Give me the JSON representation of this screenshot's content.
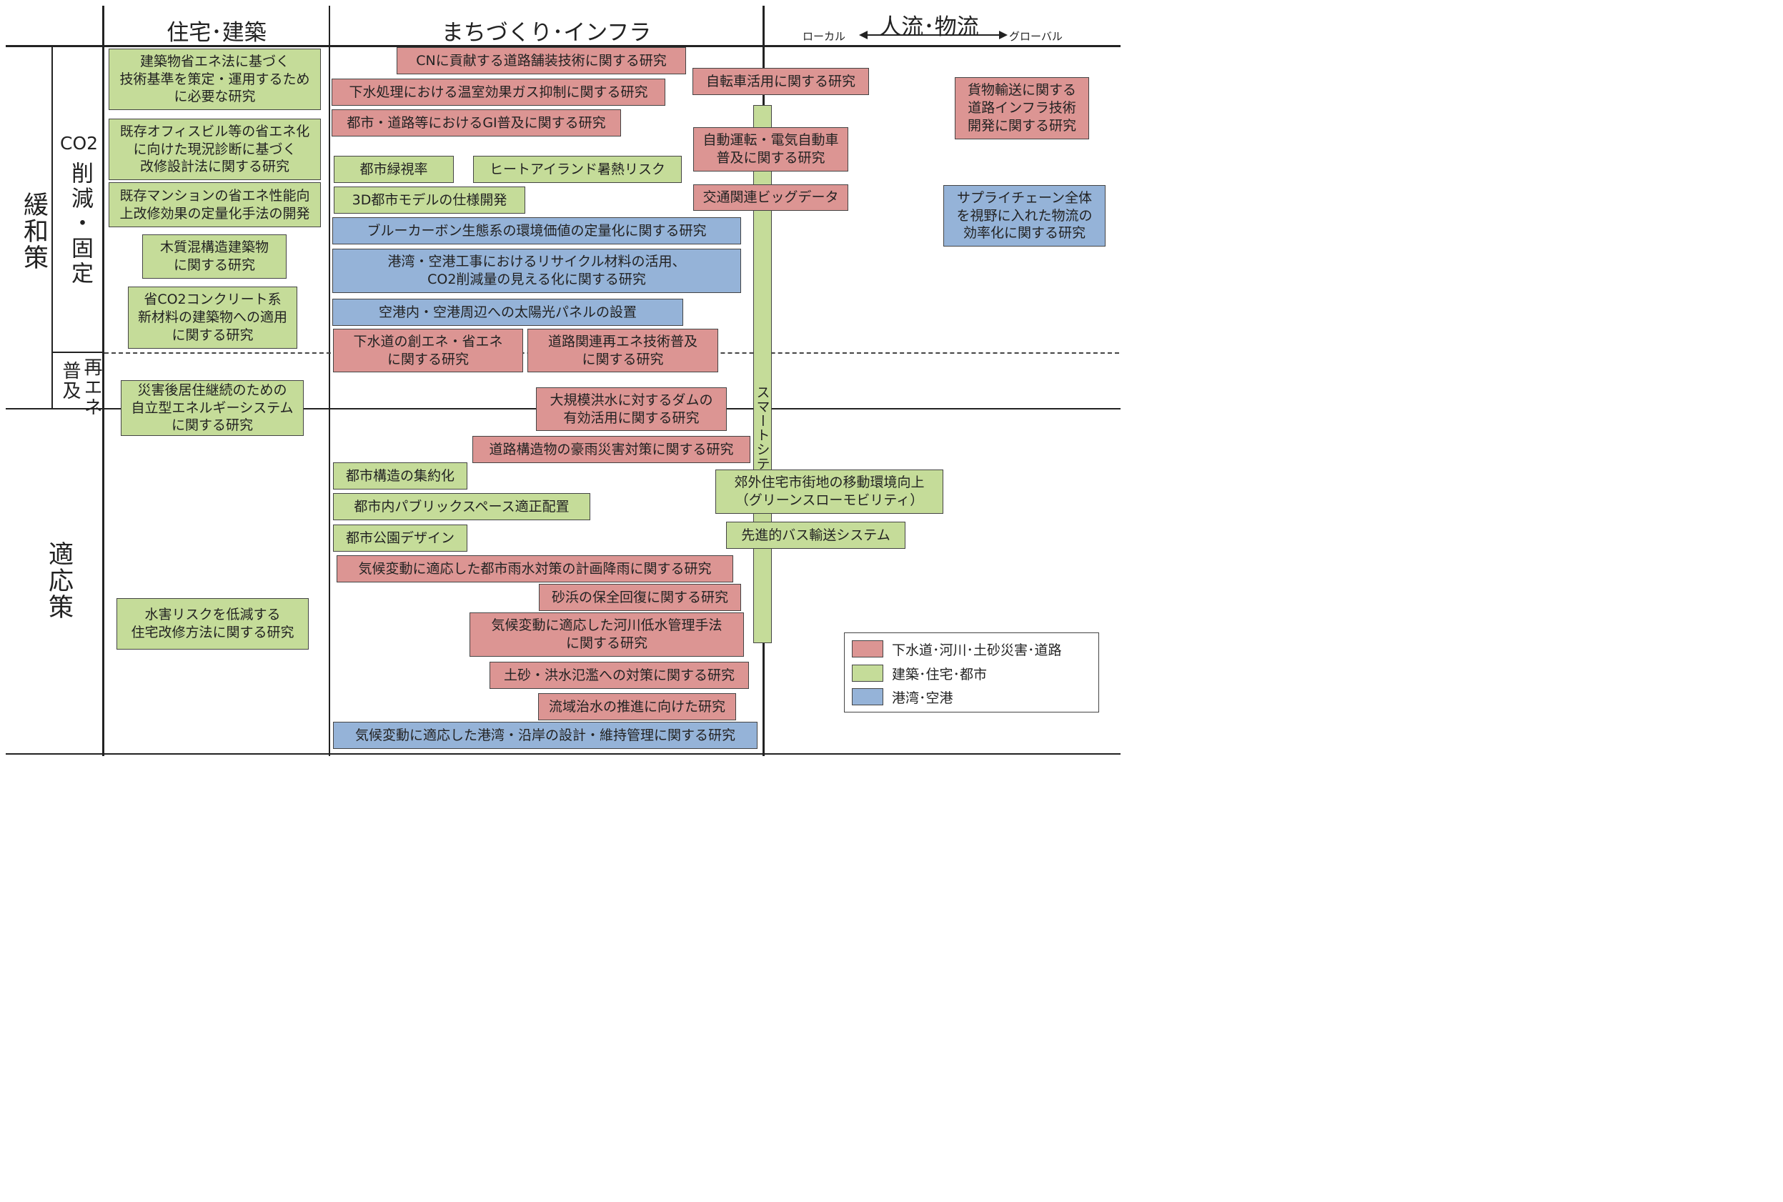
{
  "columns": {
    "housing": "住宅･建築",
    "infra": "まちづくり･インフラ",
    "logistics": "人流･物流",
    "local": "ローカル",
    "global": "グローバル"
  },
  "rows": {
    "mitigation": "緩和策",
    "adaptation": "適応策",
    "co2_top": "CO2",
    "co2_rest": "削減・固定",
    "renew": "再エネ",
    "renew2": "普及"
  },
  "smart_city": "スマートシティ推進",
  "boxes": {
    "b01": "建築物省エネ法に基づく\n技術基準を策定・運用するため\nに必要な研究",
    "b02": "既存オフィスビル等の省エネ化\nに向けた現況診断に基づく\n改修設計法に関する研究",
    "b03": "既存マンションの省エネ性能向\n上改修効果の定量化手法の開発",
    "b04": "木質混構造建築物\nに関する研究",
    "b05": "省CO2コンクリート系\n新材料の建築物への適用\nに関する研究",
    "b06": "災害後居住継続のための\n自立型エネルギーシステム\nに関する研究",
    "b07": "水害リスクを低減する\n住宅改修方法に関する研究",
    "b08": "CNに貢献する道路舗装技術に関する研究",
    "b09": "下水処理における温室効果ガス抑制に関する研究",
    "b10": "都市・道路等におけるGI普及に関する研究",
    "b11": "都市緑視率",
    "b12": "ヒートアイランド暑熱リスク",
    "b13": "3D都市モデルの仕様開発",
    "b14": "ブルーカーボン生態系の環境価値の定量化に関する研究",
    "b15": "港湾・空港工事におけるリサイクル材料の活用、\nCO2削減量の見える化に関する研究",
    "b16": "空港内・空港周辺への太陽光パネルの設置",
    "b17": "下水道の創エネ・省エネ\nに関する研究",
    "b18": "道路関連再エネ技術普及\nに関する研究",
    "b19": "大規模洪水に対するダムの\n有効活用に関する研究",
    "b20": "道路構造物の豪雨災害対策に関する研究",
    "b21": "都市構造の集約化",
    "b22": "都市内パブリックスペース適正配置",
    "b23": "都市公園デザイン",
    "b24": "気候変動に適応した都市雨水対策の計画降雨に関する研究",
    "b25": "砂浜の保全回復に関する研究",
    "b26": "気候変動に適応した河川低水管理手法\nに関する研究",
    "b27": "土砂・洪水氾濫への対策に関する研究",
    "b28": "流域治水の推進に向けた研究",
    "b29": "気候変動に適応した港湾・沿岸の設計・維持管理に関する研究",
    "b30": "自転車活用に関する研究",
    "b31": "自動運転・電気自動車\n普及に関する研究",
    "b32": "交通関連ビッグデータ",
    "b33": "郊外住宅市街地の移動環境向上\n（グリーンスローモビリティ）",
    "b34": "先進的バス輸送システム",
    "b35": "貨物輸送に関する\n道路インフラ技術\n開発に関する研究",
    "b36": "サプライチェーン全体\nを視野に入れた物流の\n効率化に関する研究"
  },
  "legend": [
    {
      "label": "下水道･河川･土砂災害･道路",
      "color": "#dc9593"
    },
    {
      "label": "建築･住宅･都市",
      "color": "#c5dc99"
    },
    {
      "label": "港湾･空港",
      "color": "#95b3d8"
    }
  ],
  "colors": {
    "red": "#dc9593",
    "green": "#c5dc99",
    "blue": "#95b3d8"
  }
}
